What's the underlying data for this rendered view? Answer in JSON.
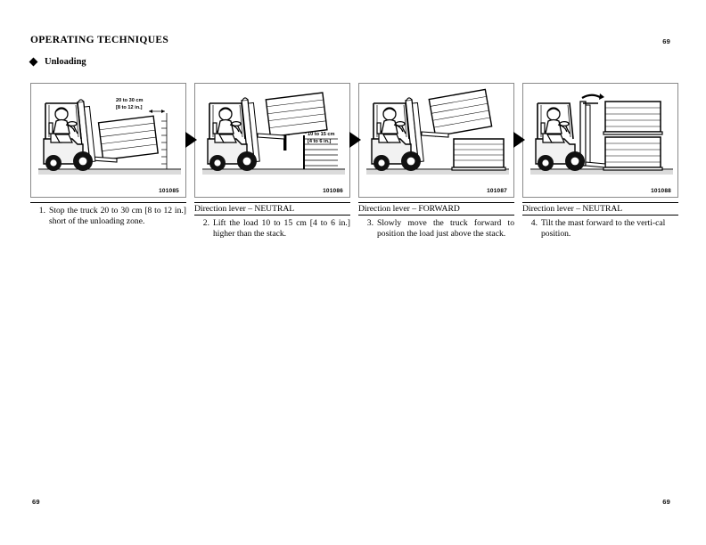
{
  "page": {
    "number_top_right": "69",
    "number_bottom_left": "69",
    "number_bottom_right": "69",
    "title": "OPERATING TECHNIQUES",
    "section": "Unloading",
    "bullet_icon": "diamond-bullet"
  },
  "panels": [
    {
      "figure_id": "101085",
      "callout_line1": "20 to 30 cm",
      "callout_line2": "[8 to 12 in.]",
      "lever": "",
      "step_number": "1.",
      "step_text": "Stop the truck 20 to 30 cm [8 to 12 in.] short of the unloading zone.",
      "arrow_icon": "right-arrow-icon"
    },
    {
      "figure_id": "101086",
      "callout_line1": "10 to 15 cm",
      "callout_line2": "[4 to 6 in.]",
      "lever": "Direction lever – NEUTRAL",
      "step_number": "2.",
      "step_text": "Lift the load 10 to 15 cm [4 to 6 in.] higher than the stack.",
      "arrow_icon": "right-arrow-icon"
    },
    {
      "figure_id": "101087",
      "callout_line1": "",
      "callout_line2": "",
      "lever": "Direction lever – FORWARD",
      "step_number": "3.",
      "step_text": "Slowly move the truck forward to position the load just above the stack.",
      "arrow_icon": "right-arrow-icon"
    },
    {
      "figure_id": "101088",
      "callout_line1": "",
      "callout_line2": "",
      "lever": "Direction lever – NEUTRAL",
      "step_number": "4.",
      "step_text": "Tilt the mast forward to the verti-cal position.",
      "arrow_icon": ""
    }
  ],
  "colors": {
    "ink": "#000000",
    "frame": "#8a8a8a",
    "body_fill": "#f2f2f2",
    "tire": "#111111",
    "ground": "#bdbdbd"
  }
}
